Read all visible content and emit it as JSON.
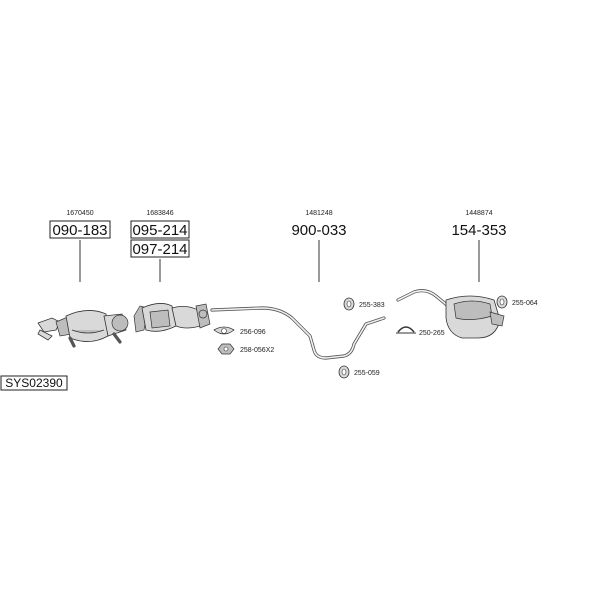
{
  "parts": [
    {
      "oem": "1670450",
      "code": "090-183"
    },
    {
      "oem": "1683846",
      "code": "095-214",
      "alt_code": "097-214"
    },
    {
      "oem": "1481248",
      "code": "900-033"
    },
    {
      "oem": "1448874",
      "code": "154-353"
    }
  ],
  "accessories": [
    {
      "code": "256-096"
    },
    {
      "code": "258-056X2"
    },
    {
      "code": "255-383"
    },
    {
      "code": "250-265"
    },
    {
      "code": "255-059"
    },
    {
      "code": "255-064"
    }
  ],
  "system_code": "SYS02390"
}
